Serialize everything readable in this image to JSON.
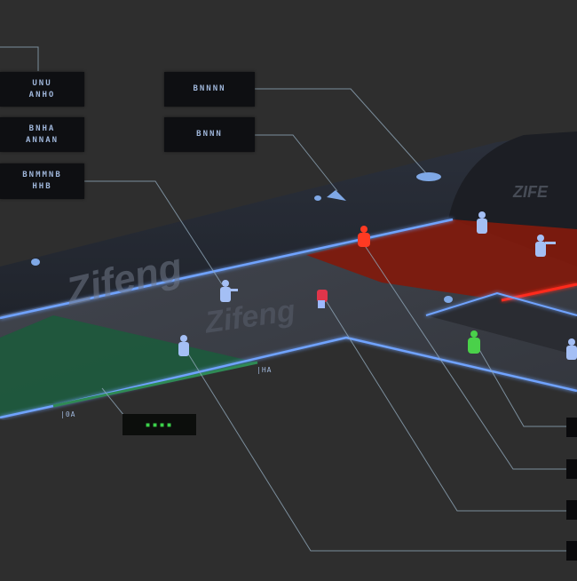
{
  "scene": {
    "colors": {
      "background": "#2e2e2e",
      "wall": "#262a33",
      "floor": "#3a3d45",
      "red_zone": "#8a1c10",
      "green_zone": "#1d5a3c",
      "edge_glow": "#6fa3ff",
      "red_edge": "#ff2a1a",
      "callout_line": "#8fa6b8",
      "label_text": "#9fb6da",
      "accent_green": "#3bd14a"
    },
    "brand_marks": [
      "Zifeng",
      "Zifeng",
      "ZIFE"
    ]
  },
  "labels": [
    {
      "lines": [
        "UNU",
        "ANHO"
      ]
    },
    {
      "lines": [
        "BNHA",
        "ANNAN"
      ]
    },
    {
      "lines": [
        "BNMMNB",
        "HHB"
      ]
    },
    {
      "lines": [
        "BNNNN"
      ]
    },
    {
      "lines": [
        "BNNN"
      ]
    }
  ],
  "status_panel": {
    "text": "▪▪▪▪"
  },
  "tags": [
    "|HA",
    "|0A"
  ],
  "figures": [
    {
      "color": "red"
    },
    {
      "color": "red"
    },
    {
      "color": "green"
    },
    {
      "color": "blue"
    },
    {
      "color": "blue"
    },
    {
      "color": "blue"
    },
    {
      "color": "blue"
    },
    {
      "color": "blue"
    }
  ]
}
